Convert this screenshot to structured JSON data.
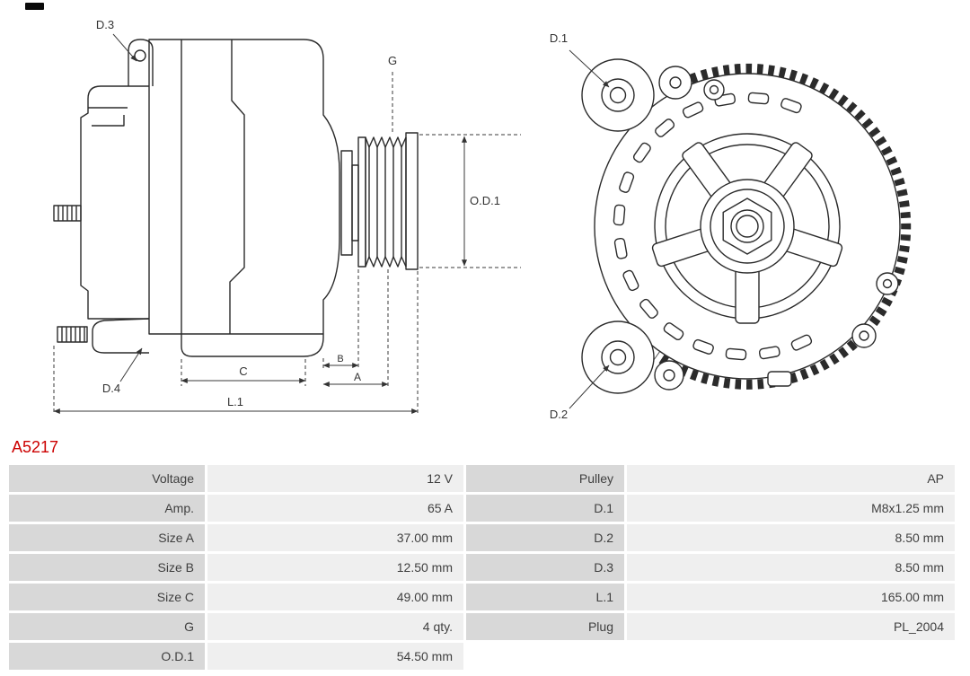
{
  "part_number": "A5217",
  "colors": {
    "part_number_red": "#cc0000",
    "label_cell_bg": "#d8d8d8",
    "value_cell_bg": "#efefef",
    "line_color": "#2b2b2b"
  },
  "diagram": {
    "side_view": {
      "labels": {
        "d3": "D.3",
        "g": "G",
        "od1": "O.D.1",
        "d4": "D.4",
        "c": "C",
        "b": "B",
        "a": "A",
        "l1": "L.1"
      }
    },
    "front_view": {
      "labels": {
        "d1": "D.1",
        "d2": "D.2"
      }
    }
  },
  "specs": {
    "rows": [
      {
        "l": "Voltage",
        "lv": "12 V",
        "r": "Pulley",
        "rv": "AP"
      },
      {
        "l": "Amp.",
        "lv": "65 A",
        "r": "D.1",
        "rv": "M8x1.25 mm"
      },
      {
        "l": "Size A",
        "lv": "37.00 mm",
        "r": "D.2",
        "rv": "8.50 mm"
      },
      {
        "l": "Size B",
        "lv": "12.50 mm",
        "r": "D.3",
        "rv": "8.50 mm"
      },
      {
        "l": "Size C",
        "lv": "49.00 mm",
        "r": "L.1",
        "rv": "165.00 mm"
      },
      {
        "l": "G",
        "lv": "4 qty.",
        "r": "Plug",
        "rv": "PL_2004"
      },
      {
        "l": "O.D.1",
        "lv": "54.50 mm"
      }
    ]
  }
}
